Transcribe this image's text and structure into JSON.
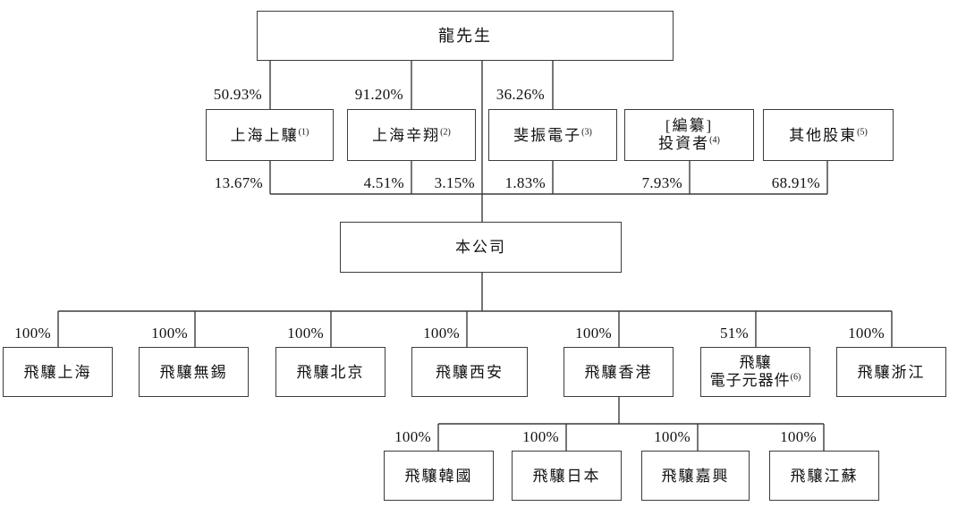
{
  "diagram": {
    "root": {
      "label": "龍先生",
      "direct_stake_in_company": "3.15%"
    },
    "company": {
      "label": "本公司"
    },
    "shareholders": [
      {
        "label": "上海上驤",
        "note": "(1)",
        "ownership_by_root": "50.93%",
        "stake_in_company": "13.67%"
      },
      {
        "label": "上海辛翔",
        "note": "(2)",
        "ownership_by_root": "91.20%",
        "stake_in_company": "4.51%"
      },
      {
        "label": "斐振電子",
        "note": "(3)",
        "ownership_by_root": "36.26%",
        "stake_in_company": "1.83%"
      },
      {
        "label_line1": "[編纂]",
        "label_line2": "投資者",
        "note": "(4)",
        "stake_in_company": "7.93%"
      },
      {
        "label": "其他股東",
        "note": "(5)",
        "stake_in_company": "68.91%"
      }
    ],
    "subsidiaries": [
      {
        "label": "飛驤上海",
        "stake": "100%"
      },
      {
        "label": "飛驤無錫",
        "stake": "100%"
      },
      {
        "label": "飛驤北京",
        "stake": "100%"
      },
      {
        "label": "飛驤西安",
        "stake": "100%"
      },
      {
        "label": "飛驤香港",
        "stake": "100%"
      },
      {
        "label_line1": "飛驤",
        "label_line2": "電子元器件",
        "note": "(6)",
        "stake": "51%"
      },
      {
        "label": "飛驤浙江",
        "stake": "100%"
      }
    ],
    "hk_subsidiaries": [
      {
        "label": "飛驤韓國",
        "stake": "100%"
      },
      {
        "label": "飛驤日本",
        "stake": "100%"
      },
      {
        "label": "飛驤嘉興",
        "stake": "100%"
      },
      {
        "label": "飛驤江蘇",
        "stake": "100%"
      }
    ]
  }
}
